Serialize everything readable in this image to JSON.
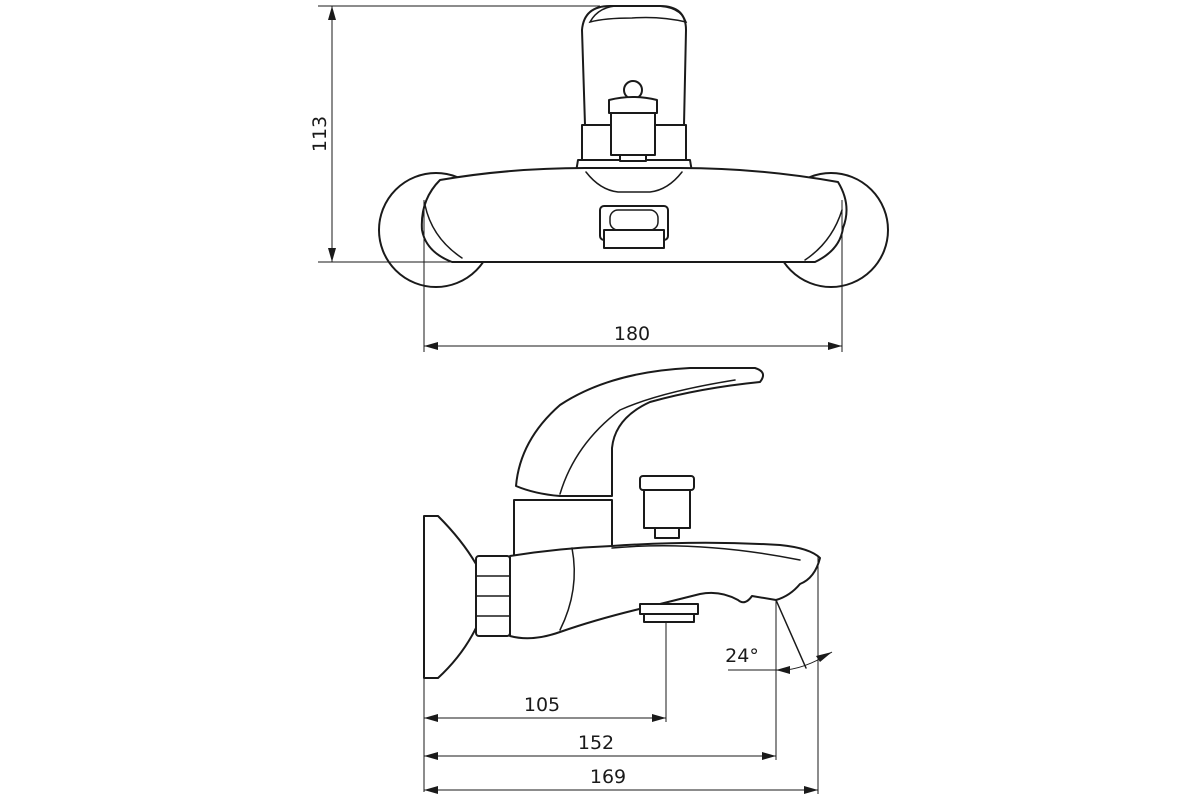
{
  "dimensions": {
    "height_top": "113",
    "width_top": "180",
    "spout_depth": "105",
    "outlet_depth": "152",
    "total_depth": "169",
    "spout_angle": "24°"
  },
  "colors": {
    "line": "#1a1a1a",
    "background": "#ffffff"
  }
}
